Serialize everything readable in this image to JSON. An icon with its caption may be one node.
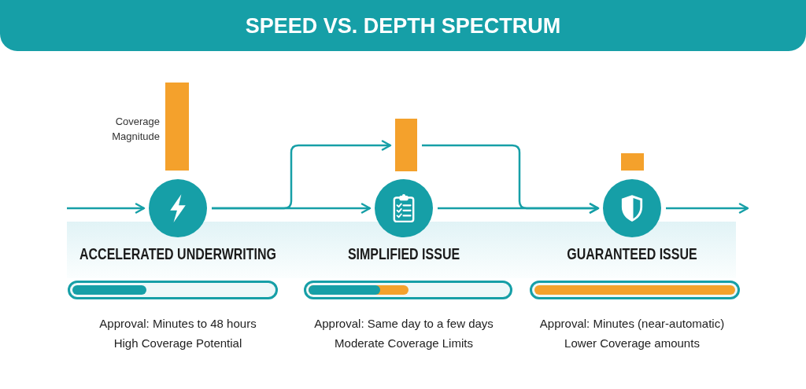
{
  "diagram": {
    "title": "SPEED VS. DEPTH SPECTRUM",
    "nodes": [
      {
        "text": [],
        "shape": "bar",
        "beside": [
          "Coverage Magnitude"
        ]
      },
      {
        "text": [
          "ACCELERATED UNDERWRITING"
        ],
        "beside": [
          "Approval: Minutes to 48 hours",
          "High Coverage Potential"
        ]
      },
      {
        "text": [],
        "shape": "bar"
      },
      {
        "text": [
          "SIMPLIFIED ISSUE"
        ],
        "beside": [
          "Approval: Same day to a few days",
          "Moderate Coverage Limits"
        ]
      },
      {
        "text": [],
        "shape": "bar"
      },
      {
        "text": [
          "GUARANTEED ISSUE"
        ],
        "beside": [
          "Approval: Minutes (near-automatic)",
          "Lower Coverage amounts"
        ]
      }
    ],
    "edges": [
      {
        "from": null,
        "to": 1,
        "arrow": "to"
      },
      {
        "from": 1,
        "to": 3,
        "arrow": "to"
      },
      {
        "from": 1,
        "to": 2,
        "arrow": "to"
      },
      {
        "from": 2,
        "to": 5,
        "arrow": "to"
      },
      {
        "from": 3,
        "to": 5,
        "arrow": "to"
      },
      {
        "from": 5,
        "to": null,
        "arrow": "to"
      }
    ]
  }
}
